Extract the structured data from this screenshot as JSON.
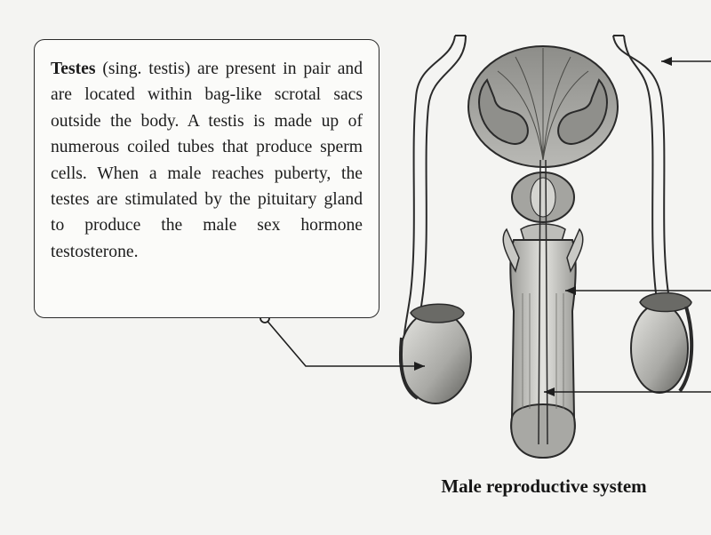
{
  "callout": {
    "term": "Testes",
    "body": " (sing. testis) are present in pair and are located within bag-like scrotal sacs outside the body. A testis is made up of numerous coiled tubes that produce sperm cells. When a male reaches puberty, the testes are stimulated by the pituitary gland to produce the male sex hormone testosterone."
  },
  "caption": "Male reproductive system",
  "colors": {
    "outline": "#2a2a2a",
    "organ_fill": "#9a9a96",
    "tissue_light": "#cfcfcb",
    "background": "#f4f4f2"
  }
}
